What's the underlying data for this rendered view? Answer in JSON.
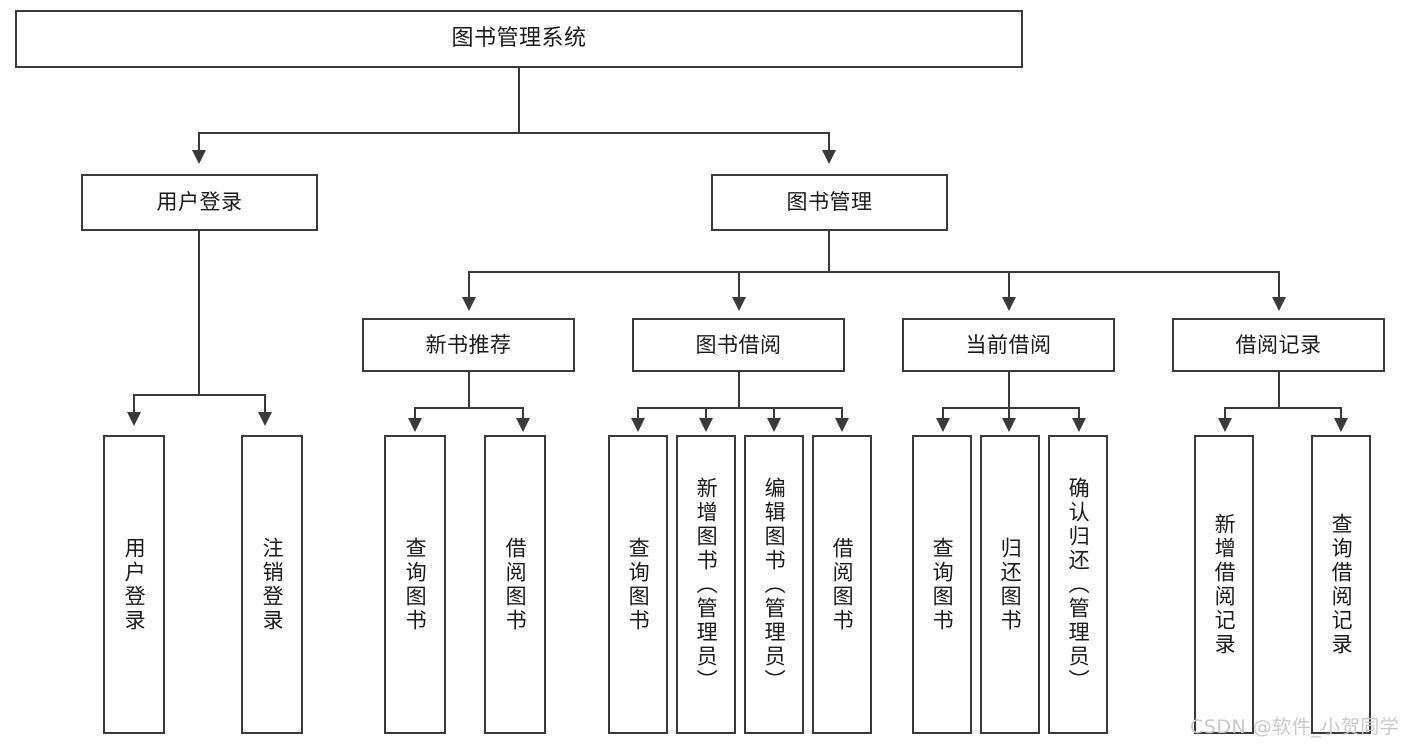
{
  "diagram": {
    "title": "图书管理系统",
    "type": "功能结构图",
    "root": {
      "label": "图书管理系统"
    },
    "level1": [
      {
        "label": "用户登录"
      },
      {
        "label": "图书管理"
      }
    ],
    "level2": [
      {
        "label": "新书推荐"
      },
      {
        "label": "图书借阅"
      },
      {
        "label": "当前借阅"
      },
      {
        "label": "借阅记录"
      }
    ],
    "leaves": {
      "user_login": [
        {
          "label": "用户登录"
        },
        {
          "label": "注销登录"
        }
      ],
      "new_book_recommend": [
        {
          "label": "查询图书"
        },
        {
          "label": "借阅图书"
        }
      ],
      "book_borrow": [
        {
          "label": "查询图书"
        },
        {
          "label": "新增图书（管理员）"
        },
        {
          "label": "编辑图书（管理员）"
        },
        {
          "label": "借阅图书"
        }
      ],
      "current_borrow": [
        {
          "label": "查询图书"
        },
        {
          "label": "归还图书"
        },
        {
          "label": "确认归还（管理员）"
        }
      ],
      "borrow_records": [
        {
          "label": "新增借阅记录"
        },
        {
          "label": "查询借阅记录"
        }
      ]
    }
  },
  "watermark": {
    "text": "CSDN @软件_小贺同学"
  },
  "colors": {
    "stroke": "#3a3a3a",
    "background": "#ffffff",
    "watermark": "#c9c9c9"
  }
}
